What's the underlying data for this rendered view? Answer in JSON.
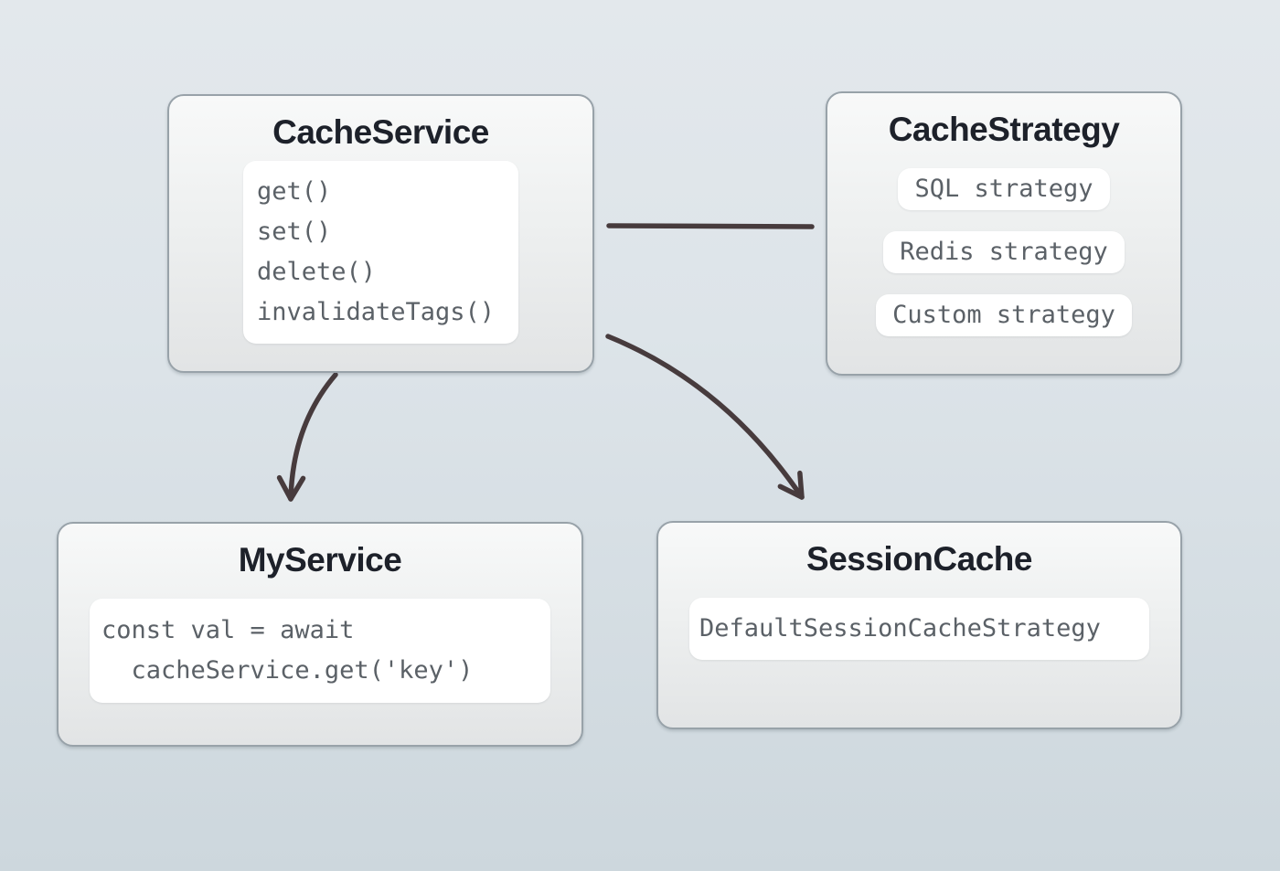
{
  "colors": {
    "arrow": "#473b3d",
    "node_border": "#98a2a9",
    "title_text": "#1d212a",
    "code_text": "#5b6167",
    "panel_background": "#ffffff",
    "background_top": "#e3e8ec",
    "background_bottom": "#cdd7dd"
  },
  "nodes": {
    "cache_service": {
      "title": "CacheService",
      "methods": [
        "get()",
        "set()",
        "delete()",
        "invalidateTags()"
      ]
    },
    "cache_strategy": {
      "title": "CacheStrategy",
      "strategies": [
        "SQL strategy",
        "Redis strategy",
        "Custom strategy"
      ]
    },
    "my_service": {
      "title": "MyService",
      "code_lines": [
        "const val = await",
        "  cacheService.get('key')"
      ]
    },
    "session_cache": {
      "title": "SessionCache",
      "strategy": "DefaultSessionCacheStrategy"
    }
  }
}
